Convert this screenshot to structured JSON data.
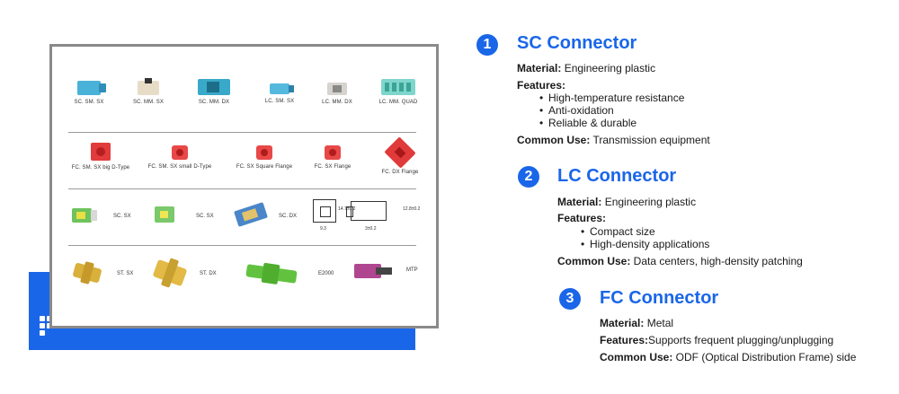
{
  "catalog": {
    "row1": [
      "SC. SM. SX",
      "SC. MM. SX",
      "SC. MM. DX",
      "LC. SM. SX",
      "LC. MM. DX",
      "LC. MM. QUAD"
    ],
    "row2": [
      "FC. SM. SX big D-Type",
      "FC. SM. SX small D-Type",
      "FC. SX Square Flange",
      "FC. SX Flange",
      "FC. DX Flange"
    ],
    "row3": [
      "SC. SX",
      "SC. SX",
      "SC. DX"
    ],
    "row3_dims": [
      "14.7±0.2",
      "9.3",
      "3±0.2",
      "12.8±0.2"
    ],
    "row4": [
      "ST. SX",
      "ST. DX",
      "E2000",
      "MTP"
    ]
  },
  "sections": [
    {
      "num": "1",
      "title": "SC Connector",
      "material_label": "Material:",
      "material": " Engineering plastic",
      "features_label": "Features:",
      "features": [
        "High-temperature resistance",
        "Anti-oxidation",
        "Reliable & durable"
      ],
      "use_label": "Common Use:",
      "use": " Transmission equipment"
    },
    {
      "num": "2",
      "title": "LC Connector",
      "material_label": "Material:",
      "material": " Engineering plastic",
      "features_label": "Features:",
      "features": [
        "Compact size",
        "High-density applications"
      ],
      "use_label": "Common Use:",
      "use": " Data centers, high-density patching"
    },
    {
      "num": "3",
      "title": "FC Connector",
      "material_label": "Material:",
      "material": " Metal",
      "features_label": "Features:",
      "features_text": "Supports frequent plugging/unplugging",
      "use_label": "Common Use:",
      "use": " ODF (Optical Distribution Frame) side"
    }
  ],
  "colors": {
    "accent": "#1a66e8",
    "frame": "#8a8a8a"
  },
  "icons": {
    "brand": "dots-logo-icon"
  }
}
